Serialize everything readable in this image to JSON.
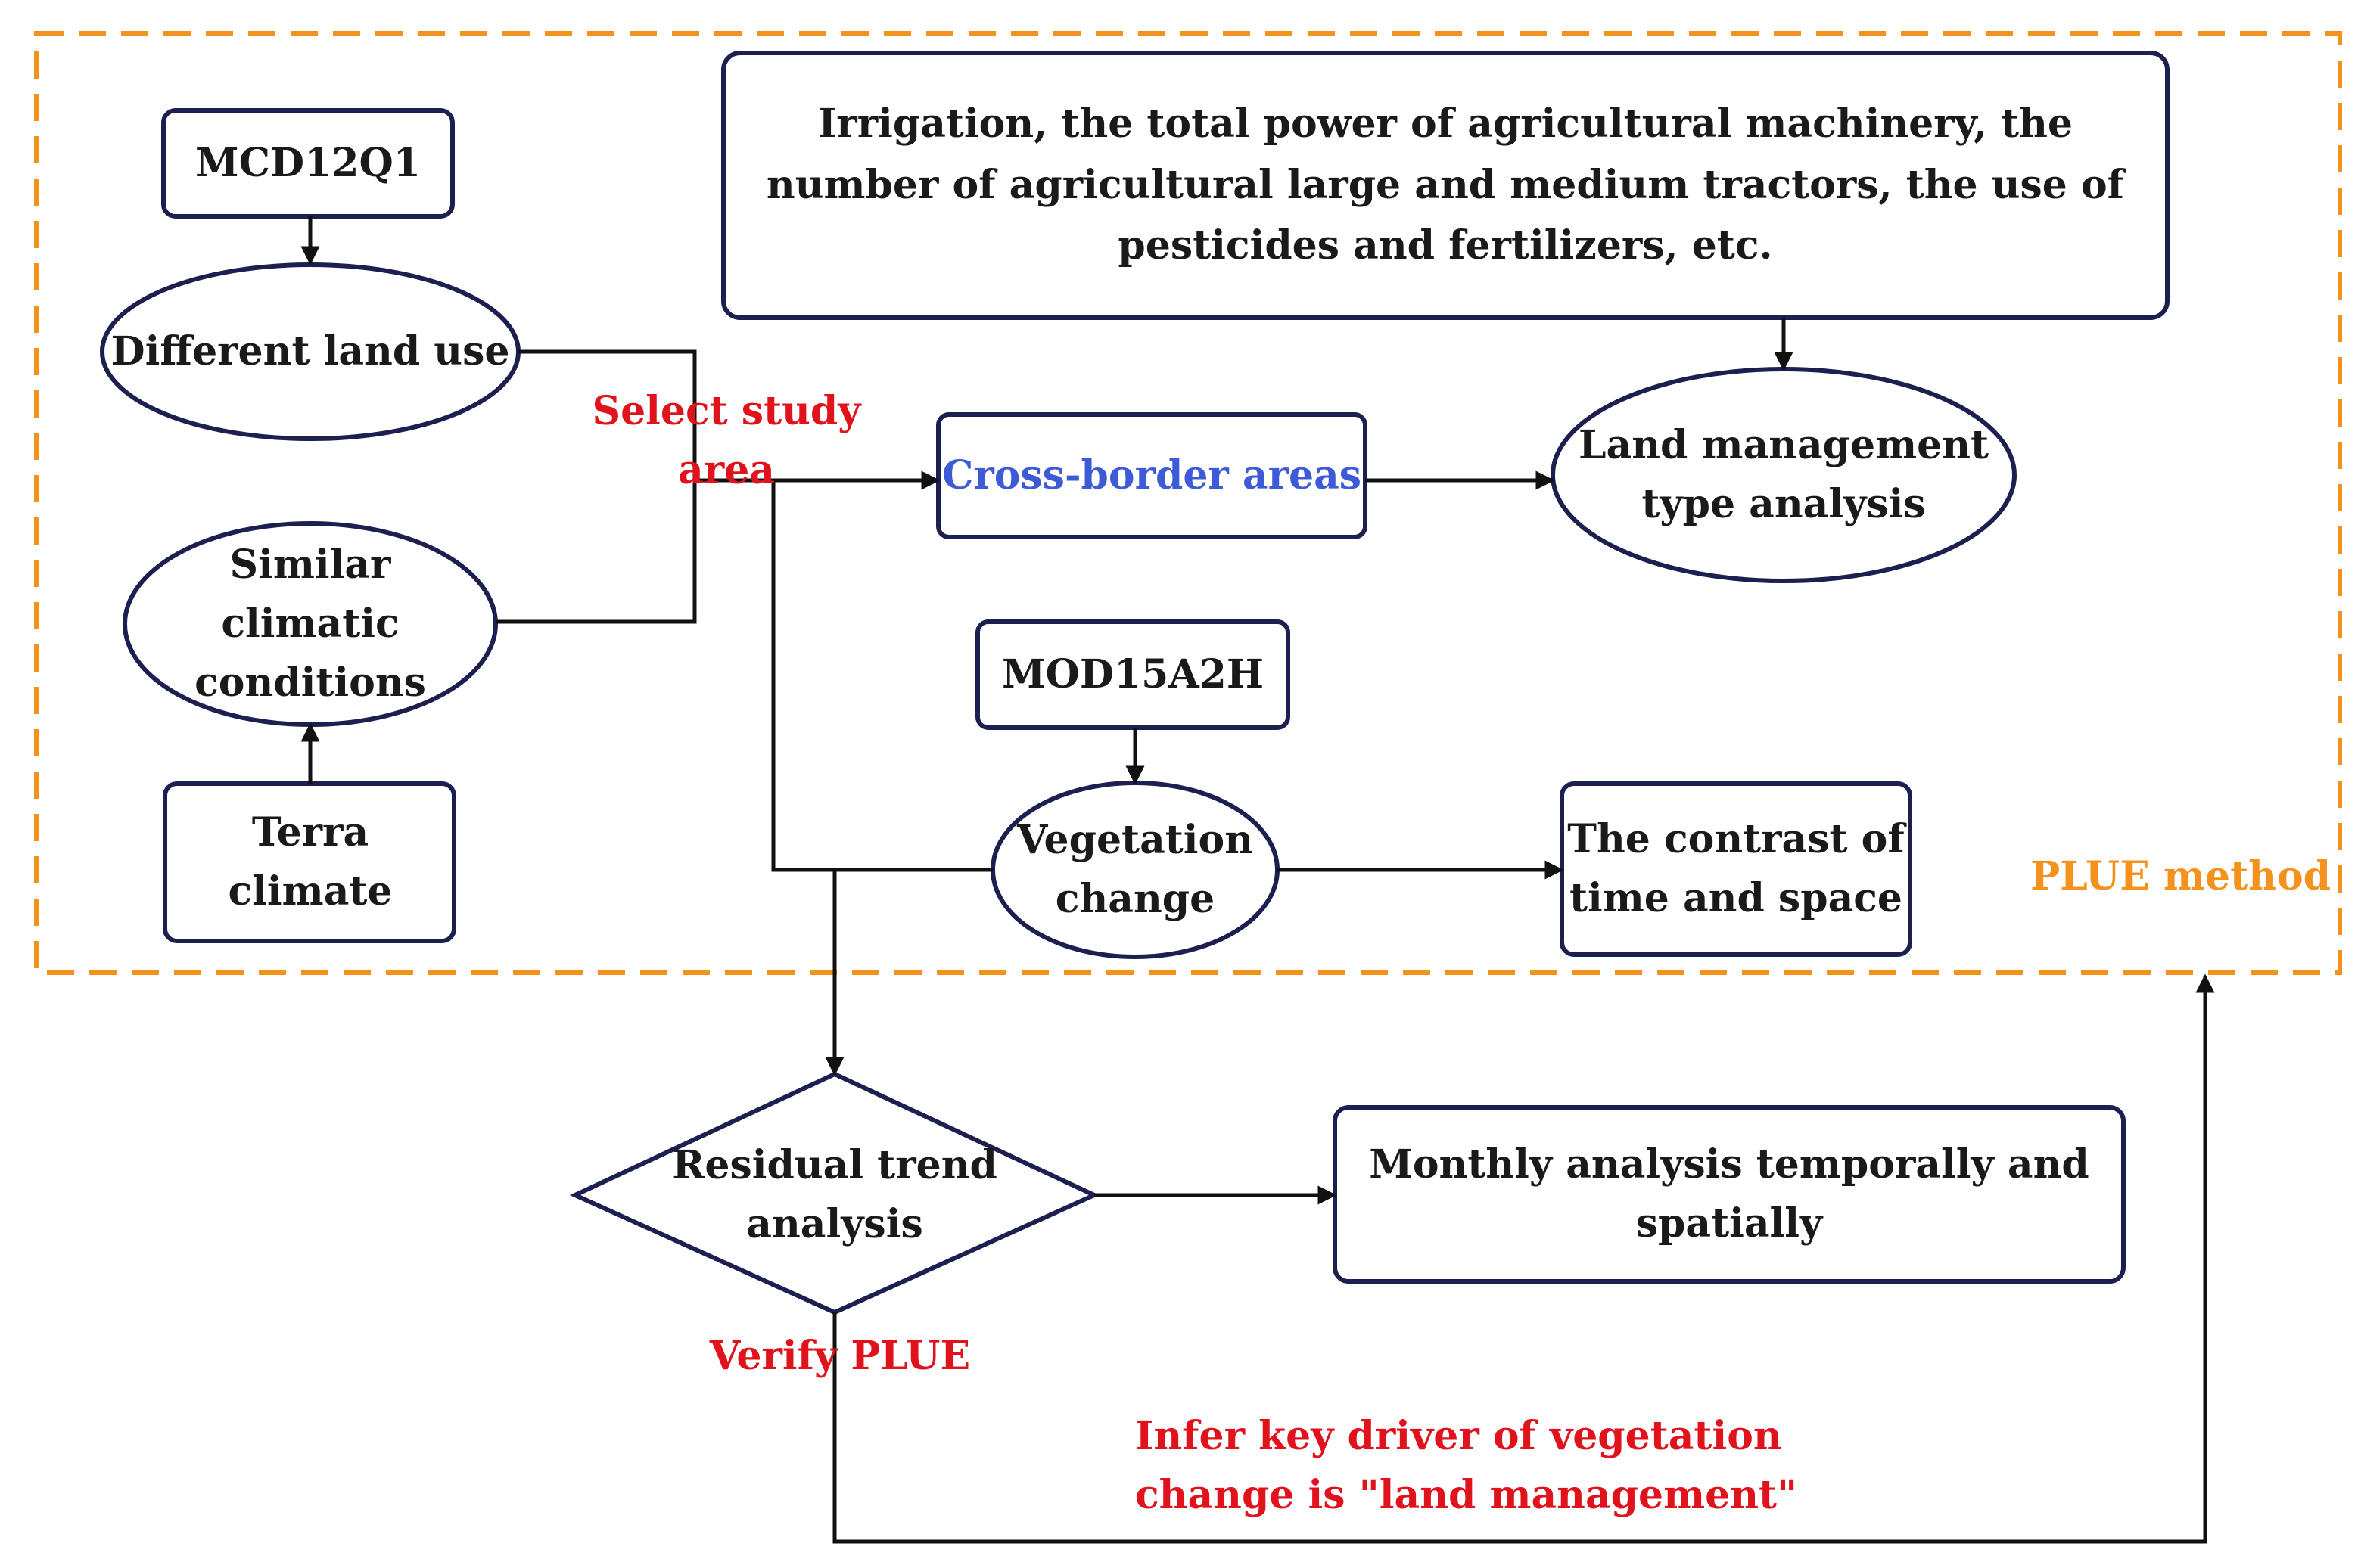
{
  "colors": {
    "node_border": "#1c1f4f",
    "connector": "#111111",
    "frame_dash": "#f3931e",
    "red_label": "#e0121c",
    "blue_label": "#3d5bd6"
  },
  "nodes": {
    "mcd12q1": "MCD12Q1",
    "different_land_use": "Different land use",
    "similar_climatic": "Similar climatic conditions",
    "terra_climate": "Terra climate",
    "cross_border": "Cross-border areas",
    "land_management": "Land management type analysis",
    "factors": "Irrigation, the total power of agricultural machinery, the number of agricultural large and medium tractors, the use of pesticides and fertilizers, etc.",
    "mod15a2h": "MOD15A2H",
    "vegetation_change": "Vegetation change",
    "contrast": "The contrast of time and space",
    "residual_trend": "Residual trend analysis",
    "monthly_analysis": "Monthly analysis temporally and spatially"
  },
  "labels": {
    "select_study_area": "Select study area",
    "plue_method": "PLUE method",
    "verify_plue": "Verify PLUE",
    "infer_driver": "Infer key driver of vegetation change is \"land management\""
  }
}
